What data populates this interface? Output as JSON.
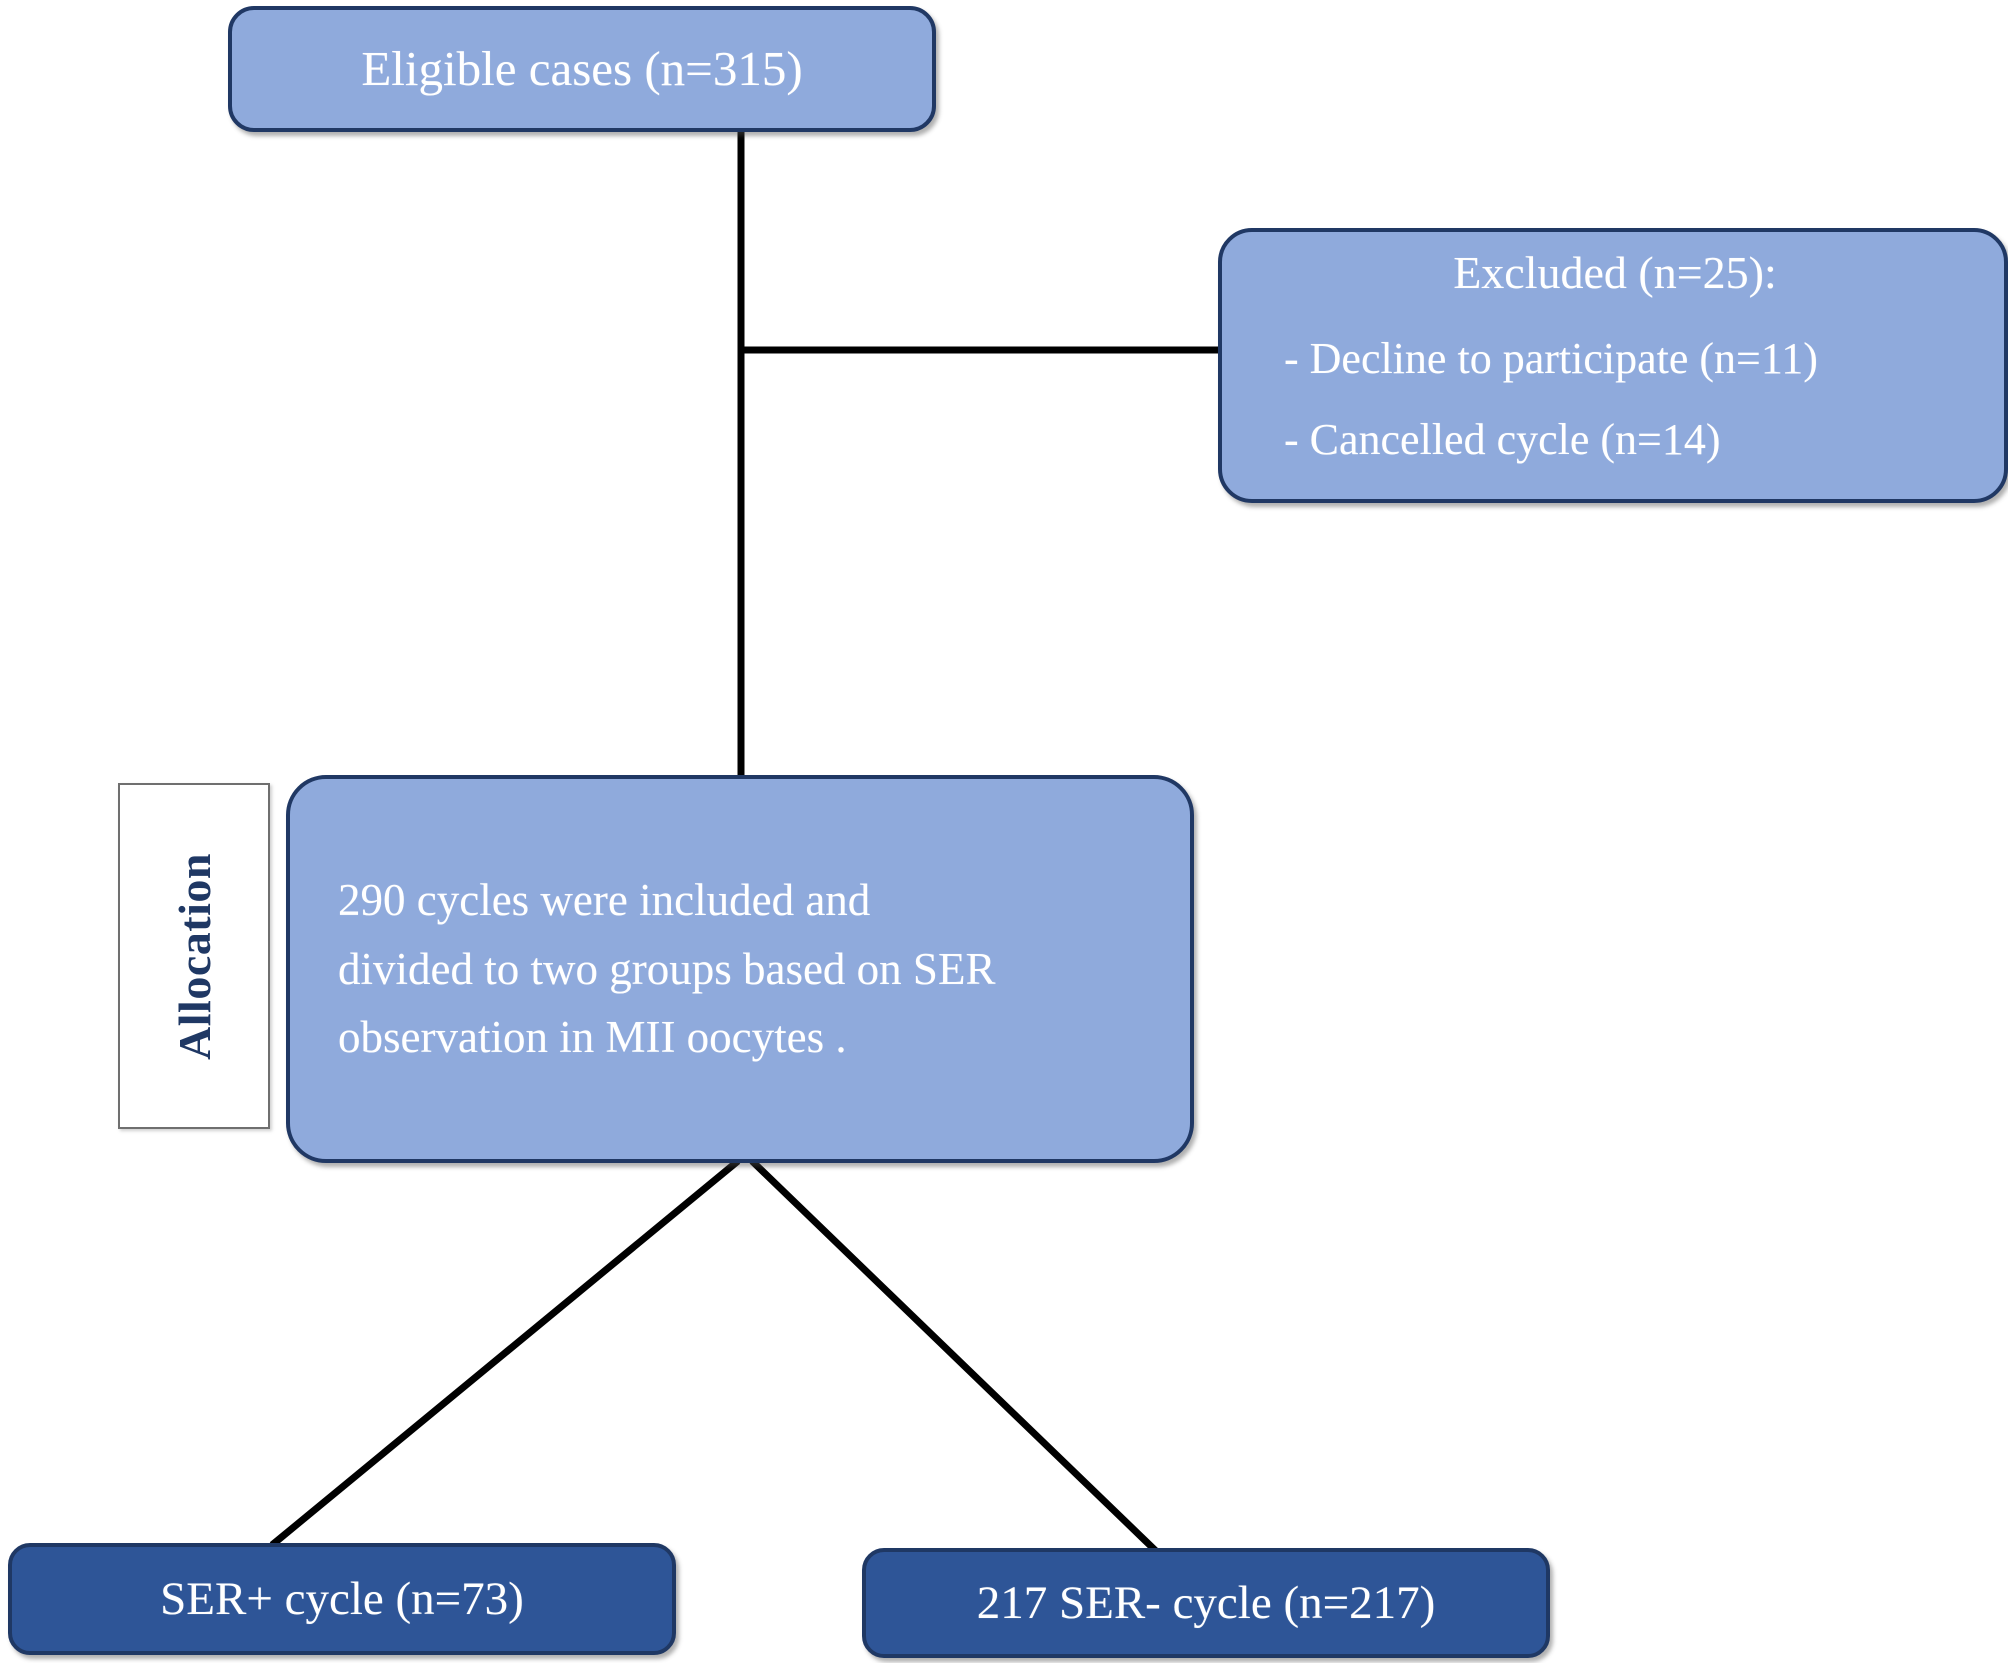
{
  "diagram": {
    "type": "flowchart",
    "title": "Study participant flow diagram",
    "colors": {
      "light_box_fill": "#8FAADC",
      "dark_box_fill": "#2E5597",
      "box_border": "#203864",
      "box_text": "#FFFFFF",
      "label_text": "#1F3864",
      "connector": "#000000",
      "background": "#FFFFFF"
    },
    "nodes": {
      "eligible": {
        "label": "Eligible cases (n=315)",
        "count": 315
      },
      "excluded": {
        "title": "Excluded (n=25):",
        "count": 25,
        "reasons": [
          "- Decline to participate (n=11)",
          "- Cancelled cycle (n=14)"
        ]
      },
      "allocation_label": {
        "label": "Allocation"
      },
      "allocated": {
        "line1": "290 cycles were included and",
        "line2": "divided to two groups based on SER",
        "line3": "observation in MII oocytes .",
        "count": 290
      },
      "ser_positive": {
        "label": "SER+ cycle (n=73)",
        "count": 73
      },
      "ser_negative": {
        "label": "217 SER- cycle (n=217)",
        "count": 217
      }
    },
    "edges": [
      {
        "from": "eligible",
        "to": "allocated",
        "kind": "vertical"
      },
      {
        "from": "eligible",
        "to": "excluded",
        "kind": "horizontal-branch"
      },
      {
        "from": "allocated",
        "to": "ser_positive",
        "kind": "diagonal"
      },
      {
        "from": "allocated",
        "to": "ser_negative",
        "kind": "diagonal"
      }
    ]
  }
}
